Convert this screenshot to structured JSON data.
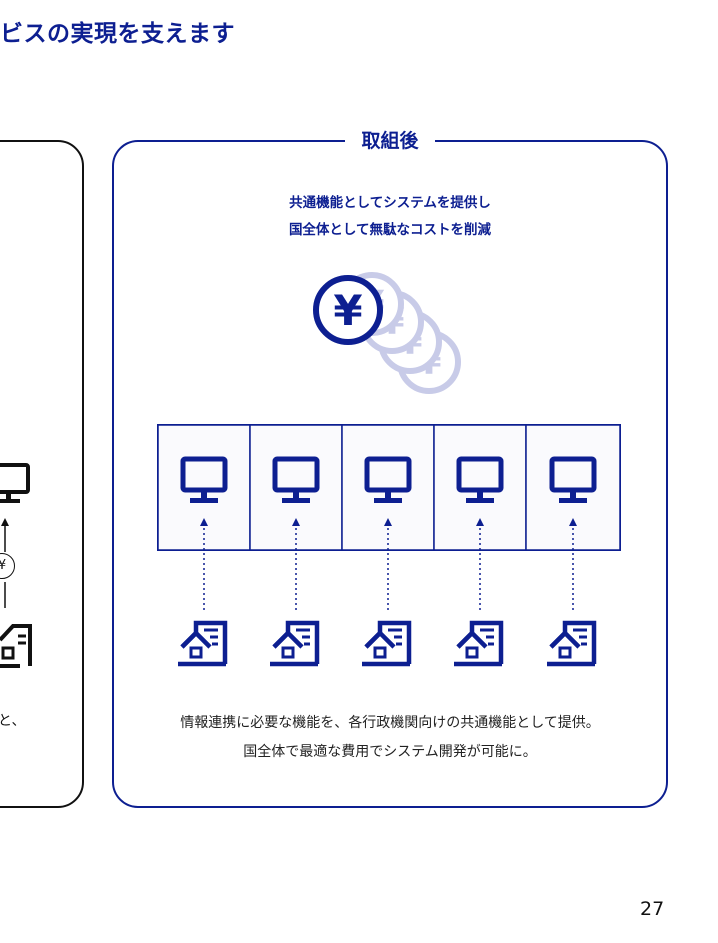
{
  "header": {
    "title": "ビスの実現を支えます"
  },
  "left_panel": {
    "yen_symbol": "¥",
    "caption_fragment": "と、"
  },
  "right_panel": {
    "heading": "取組後",
    "subheading_lines": [
      "共通機能としてシステムを提供し",
      "国全体として無駄なコストを削減"
    ],
    "coin_symbol": "¥",
    "description_lines": [
      "情報連携に必要な機能を、各行政機関向けの共通機能として提供。",
      "国全体で最適な費用でシステム開発が可能に。"
    ],
    "system_count": 5,
    "icons": {
      "computer": "monitor-icon",
      "organization": "office-building-icon",
      "cost": "yen-coin-icon"
    }
  },
  "colors": {
    "accent": "#0d1f91",
    "accent_light": "#c8cbe8",
    "frame": "#111111"
  },
  "footer": {
    "page_number": "27"
  }
}
